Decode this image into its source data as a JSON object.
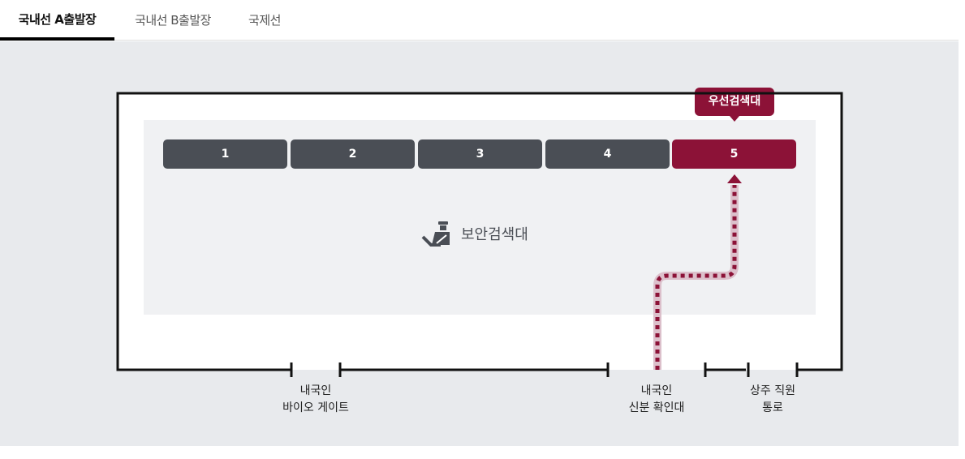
{
  "tabs": [
    {
      "label": "국내선 A출발장",
      "active": true
    },
    {
      "label": "국내선 B출발장",
      "active": false
    },
    {
      "label": "국제선",
      "active": false
    }
  ],
  "gates": [
    {
      "label": "1"
    },
    {
      "label": "2"
    },
    {
      "label": "3"
    },
    {
      "label": "4"
    },
    {
      "label": "5",
      "priority": true
    }
  ],
  "priority_tooltip": "우선검색대",
  "area_label": "보안검색대",
  "labels": {
    "bio_gate": [
      "내국인",
      "바이오 게이트"
    ],
    "id_check": [
      "내국인",
      "신분 확인대"
    ],
    "staff": [
      "상주 직원",
      "통로"
    ]
  },
  "colors": {
    "accent": "#8c1237",
    "gate": "#4a4e55"
  }
}
